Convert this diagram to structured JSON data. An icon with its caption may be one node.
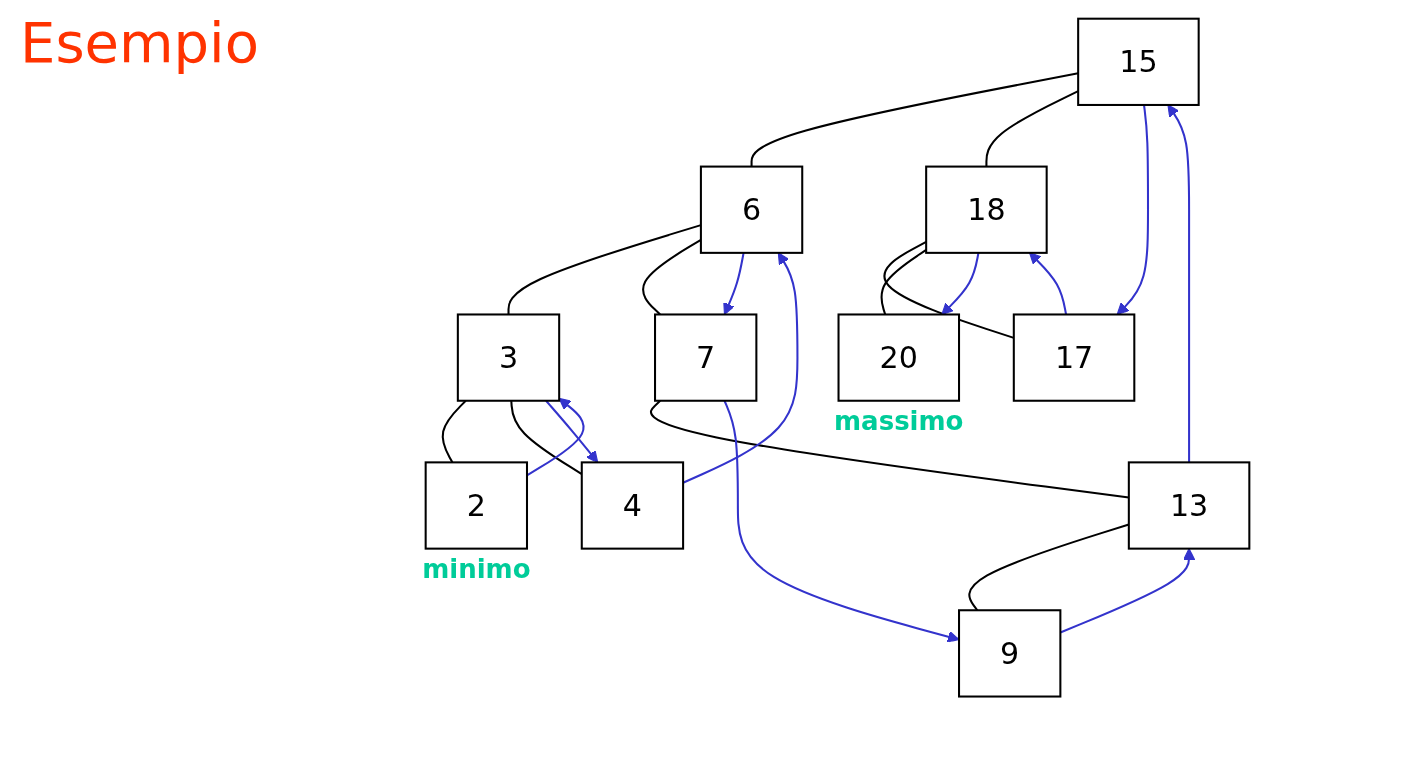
{
  "diagram": {
    "title": "Esempio",
    "nodes": [
      {
        "text": [
          "15"
        ]
      },
      {
        "text": [
          "6"
        ]
      },
      {
        "text": [
          "18"
        ]
      },
      {
        "text": [
          "3"
        ]
      },
      {
        "text": [
          "7"
        ]
      },
      {
        "text": [
          "17"
        ]
      },
      {
        "text": [
          "20"
        ],
        "beside": [
          "massimo"
        ]
      },
      {
        "text": [
          "2"
        ],
        "beside": [
          "minimo"
        ]
      },
      {
        "text": [
          "4"
        ]
      },
      {
        "text": [
          "13"
        ]
      },
      {
        "text": [
          "9"
        ]
      }
    ],
    "edges": [
      {
        "from": 0,
        "to": 1,
        "arrow": "none"
      },
      {
        "from": 0,
        "to": 2,
        "arrow": "none"
      },
      {
        "from": 1,
        "to": 3,
        "arrow": "none"
      },
      {
        "from": 1,
        "to": 4,
        "arrow": "none"
      },
      {
        "from": 2,
        "to": 5,
        "arrow": "none"
      },
      {
        "from": 2,
        "to": 6,
        "arrow": "none"
      },
      {
        "from": 3,
        "to": 7,
        "arrow": "none"
      },
      {
        "from": 3,
        "to": 8,
        "arrow": "none"
      },
      {
        "from": 4,
        "to": 9,
        "arrow": "none"
      },
      {
        "from": 9,
        "to": 10,
        "arrow": "none"
      },
      {
        "from": 7,
        "to": 3,
        "arrow": "to",
        "color": "#3333cc"
      },
      {
        "from": 3,
        "to": 8,
        "arrow": "to",
        "color": "#3333cc"
      },
      {
        "from": 8,
        "to": 1,
        "arrow": "to",
        "color": "#3333cc"
      },
      {
        "from": 1,
        "to": 4,
        "arrow": "to",
        "color": "#3333cc"
      },
      {
        "from": 4,
        "to": 10,
        "arrow": "to",
        "color": "#3333cc"
      },
      {
        "from": 10,
        "to": 9,
        "arrow": "to",
        "color": "#3333cc"
      },
      {
        "from": 9,
        "to": 0,
        "arrow": "to",
        "color": "#3333cc"
      },
      {
        "from": 0,
        "to": 5,
        "arrow": "to",
        "color": "#3333cc"
      },
      {
        "from": 5,
        "to": 2,
        "arrow": "to",
        "color": "#3333cc"
      },
      {
        "from": 2,
        "to": 6,
        "arrow": "to",
        "color": "#3333cc"
      }
    ]
  }
}
